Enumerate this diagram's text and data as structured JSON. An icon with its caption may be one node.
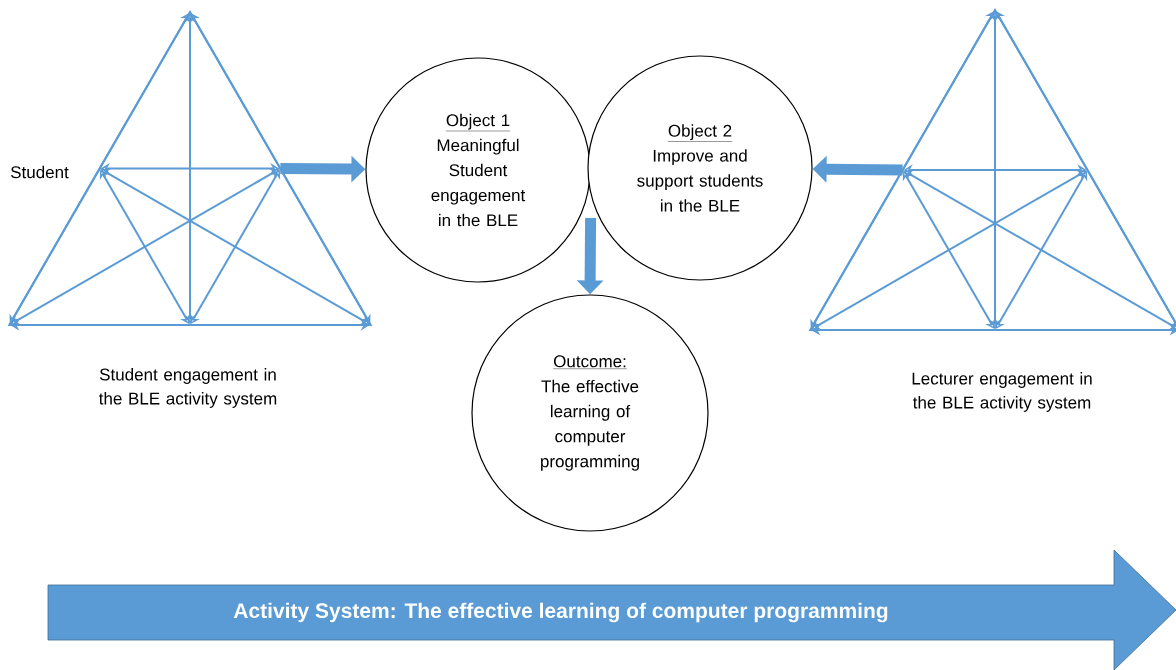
{
  "diagram": {
    "nodes": [
      {
        "text": [],
        "shape": "triangle",
        "beside": [
          "Student engagement in the BLE activity system"
        ]
      },
      {
        "text": [
          "Object 1",
          "Meaningful Student engagement in the BLE"
        ]
      },
      {
        "text": [
          "Object 2",
          "Improve and support students in the BLE"
        ]
      },
      {
        "text": [
          "Outcome:",
          "The effective learning of computer programming"
        ]
      },
      {
        "text": [],
        "shape": "triangle",
        "beside": [
          "Lecturer engagement in the BLE activity system"
        ]
      },
      {
        "text": [
          "Activity System: The effective learning of computer programming"
        ]
      }
    ],
    "edges": [
      {
        "from": 0,
        "to": 1,
        "arrow": "to"
      },
      {
        "from": 4,
        "to": 2,
        "arrow": "to"
      },
      {
        "from": 1,
        "to": 3,
        "arrow": "to"
      }
    ],
    "labels": [
      "Student"
    ]
  }
}
